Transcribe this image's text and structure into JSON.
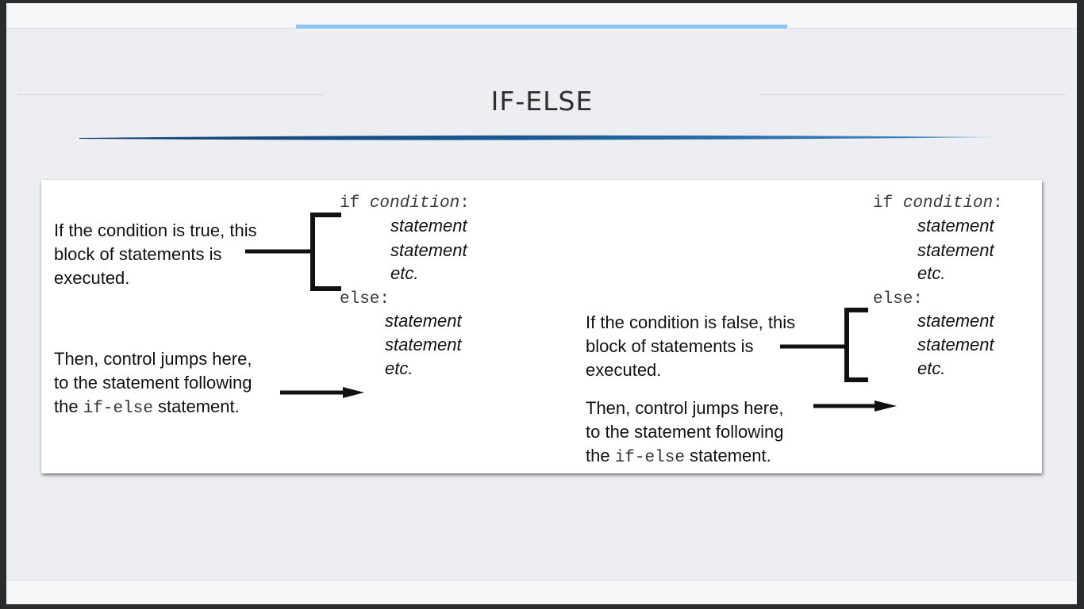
{
  "title": "IF-ELSE",
  "colors": {
    "accent_top": "#8ec2f0",
    "swoosh": "#1b5a94",
    "slide_bg": "#eceef2"
  },
  "left_diagram": {
    "if_keyword": "if",
    "condition": "condition",
    "colon": ":",
    "if_statements": [
      "statement",
      "statement",
      "etc."
    ],
    "else_keyword": "else",
    "else_colon": ":",
    "else_statements": [
      "statement",
      "statement",
      "etc."
    ],
    "true_description": [
      "If the condition is true, this",
      "block of statements is",
      "executed."
    ],
    "jump_description": {
      "line1": "Then, control jumps here,",
      "line2": "to the statement following",
      "line3_prefix": "the ",
      "line3_code": "if-else",
      "line3_suffix": " statement."
    }
  },
  "right_diagram": {
    "if_keyword": "if",
    "condition": "condition",
    "colon": ":",
    "if_statements": [
      "statement",
      "statement",
      "etc."
    ],
    "else_keyword": "else",
    "else_colon": ":",
    "else_statements": [
      "statement",
      "statement",
      "etc."
    ],
    "false_description": [
      "If the condition is false, this",
      "block of statements is",
      "executed."
    ],
    "jump_description": {
      "line1": "Then, control jumps here,",
      "line2": "to the statement following",
      "line3_prefix": "the ",
      "line3_code": "if-else",
      "line3_suffix": " statement."
    }
  }
}
